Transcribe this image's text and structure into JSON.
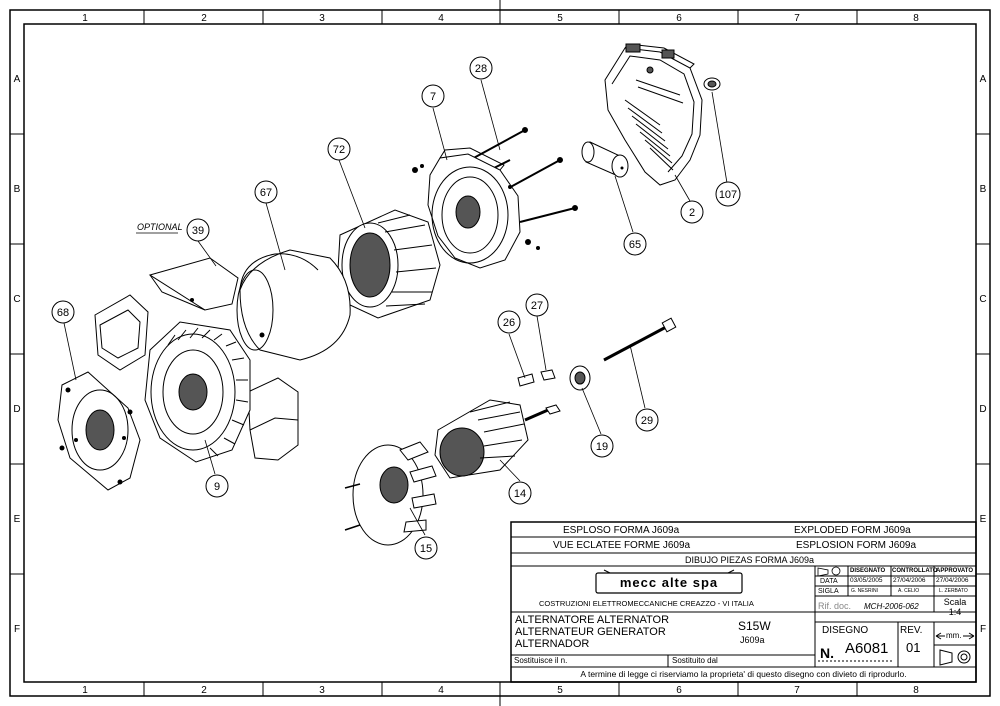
{
  "grid": {
    "columns": [
      "1",
      "2",
      "3",
      "4",
      "5",
      "6",
      "7",
      "8"
    ],
    "rows": [
      "A",
      "B",
      "C",
      "D",
      "E",
      "F"
    ]
  },
  "optional_label": "OPTIONAL",
  "callouts": [
    "28",
    "7",
    "72",
    "67",
    "39",
    "68",
    "9",
    "2",
    "107",
    "65",
    "26",
    "27",
    "29",
    "19",
    "14",
    "15"
  ],
  "title_block": {
    "lines": {
      "esploso": "ESPLOSO FORMA   J609a",
      "exploded": "EXPLODED FORM   J609a",
      "vue": "VUE ECLATEE FORME   J609a",
      "explosion": "ESPLOSION FORM   J609a",
      "dibujo": "DIBUJO PIEZAS FORMA          J609a"
    },
    "logo": "mecc alte spa",
    "company": "COSTRUZIONI ELETTROMECCANICHE     CREAZZO - VI     ITALIA",
    "approvals": {
      "h_disegnato": "DISEGNATO",
      "h_controllato": "CONTROLLATO",
      "h_approvato": "APPROVATO",
      "data_label": "DATA",
      "d1": "03/05/2005",
      "d2": "27/04/2006",
      "d3": "27/04/2006",
      "sigla_label": "SIGLA",
      "s1": "G. NESRINI",
      "s2": "A. CELIO",
      "s3": "L. ZERBATO"
    },
    "rif_label": "Rif. doc.",
    "rif_value": "MCH-2006-062",
    "scala_label": "Scala",
    "scala_value": "1:4",
    "names": {
      "l1": "ALTERNATORE ALTERNATOR",
      "l2": "ALTERNATEUR GENERATOR",
      "l3": "ALTERNADOR"
    },
    "model": "S15W",
    "model_code": "J609a",
    "disegno_label": "DISEGNO",
    "disegno_n": "N.",
    "disegno_value": "A6081",
    "rev_label": "REV.",
    "rev_value": "01",
    "units": "mm.",
    "sostituisce": "Sostituisce il n.",
    "sostituito": "Sostituito dal",
    "footer": "A termine di legge ci riserviamo la proprieta' di questo disegno con divieto di riprodurlo."
  }
}
